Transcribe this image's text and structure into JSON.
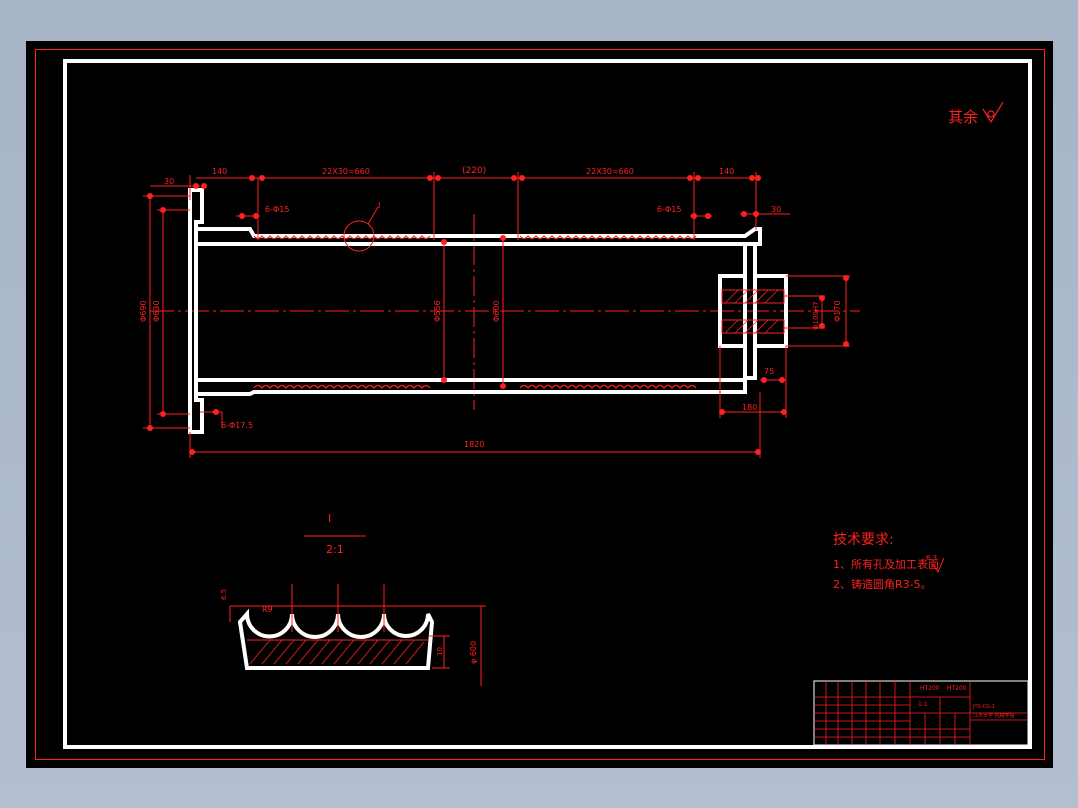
{
  "colors": {
    "background": "#a9b6c9",
    "sheet": "#000000",
    "outline": "#ffffff",
    "dimension": "#ff2020"
  },
  "roughness_note": "其余",
  "dims": {
    "d30_left": "30",
    "d140_left": "140",
    "d_pitch_left": "22X30=660",
    "d_center": "(220)",
    "d_pitch_right": "22X30=660",
    "d140_right": "140",
    "d30_right": "30",
    "holes_left": "6-Φ15",
    "holes_right": "6-Φ15",
    "d_phi_outer": "Φ690",
    "d_phi_inner": "Φ630",
    "d_phi_shell_a": "Φ556",
    "d_phi_shell_b": "Φ600",
    "d_hub_bore": "Φ100H7",
    "d_hub_od": "Φ170",
    "d75": "75",
    "d180": "180",
    "flange_holes": "6-Φ17.5",
    "d1820": "1820"
  },
  "section": {
    "label": "I",
    "scale": "2:1",
    "d_top": "6.5",
    "d_radius": "R9",
    "d_height": "10",
    "d_phi": "φ 600"
  },
  "tech": {
    "title": "技术要求:",
    "line1": "1、所有孔及加工表面",
    "line1_mark": "6.3",
    "line2": "2、铸造圆角R3-5。"
  },
  "title_block": {
    "material": "HT200",
    "part_name": "HT200",
    "scale": "1:1",
    "drawing_no": "JYS-CG-1",
    "school": "江苏大学 机械学院"
  }
}
